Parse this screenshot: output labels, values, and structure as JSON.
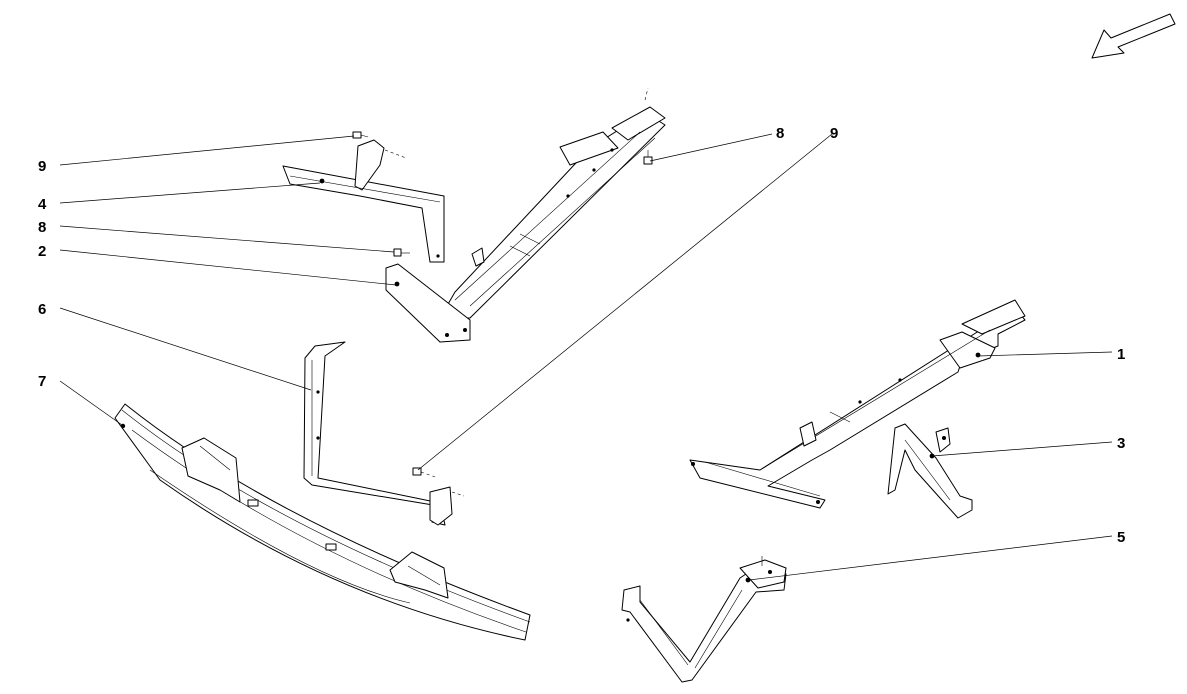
{
  "callouts": [
    {
      "id": "9a",
      "label": "9"
    },
    {
      "id": "4",
      "label": "4"
    },
    {
      "id": "8a",
      "label": "8"
    },
    {
      "id": "2",
      "label": "2"
    },
    {
      "id": "6",
      "label": "6"
    },
    {
      "id": "7",
      "label": "7"
    },
    {
      "id": "8b",
      "label": "8"
    },
    {
      "id": "9b",
      "label": "9"
    },
    {
      "id": "1",
      "label": "1"
    },
    {
      "id": "3",
      "label": "3"
    },
    {
      "id": "5",
      "label": "5"
    }
  ],
  "icons": {
    "direction": "direction-arrow-icon"
  }
}
